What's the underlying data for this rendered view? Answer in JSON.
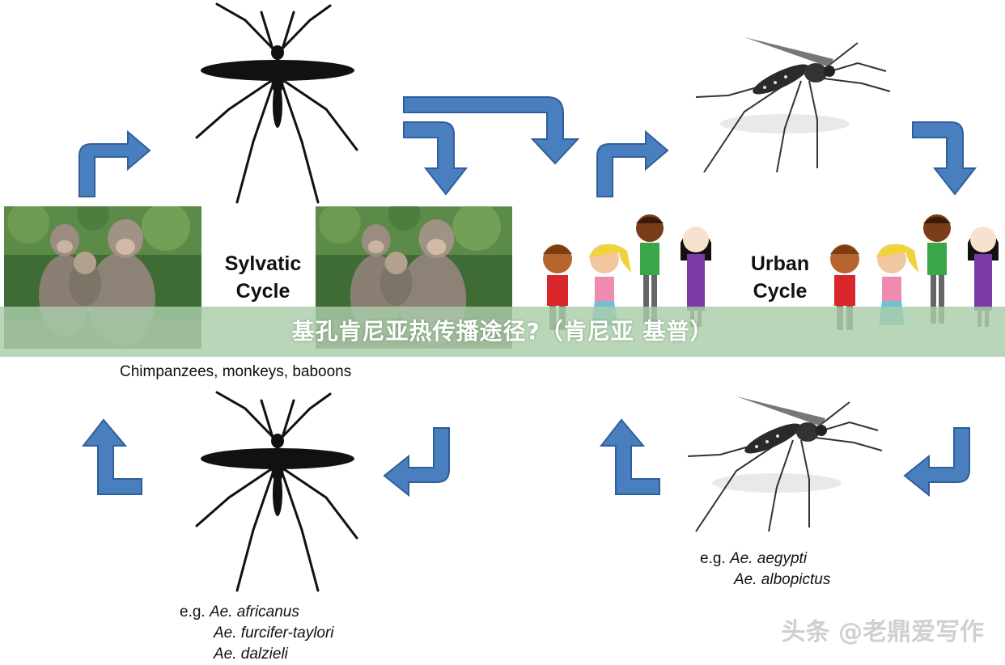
{
  "banner": {
    "title": "基孔肯尼亚热传播途径?（肯尼亚 基普）"
  },
  "sylvatic": {
    "label_line1": "Sylvatic",
    "label_line2": "Cycle",
    "hosts_caption": "Chimpanzees, monkeys, baboons",
    "vectors_prefix": "e.g.",
    "vectors": [
      "Ae. africanus",
      "Ae. furcifer-taylori",
      "Ae. dalzieli"
    ]
  },
  "urban": {
    "label_line1": "Urban",
    "label_line2": "Cycle",
    "vectors_prefix": "e.g.",
    "vectors": [
      "Ae. aegypti",
      "Ae. albopictus"
    ]
  },
  "watermark": {
    "text": "头条 @老鼎爱写作"
  },
  "colors": {
    "arrow_fill": "#4a7fbf",
    "arrow_stroke": "#2f5f9a",
    "banner_bg": "#a9cda9",
    "silhouette": "#111111"
  }
}
